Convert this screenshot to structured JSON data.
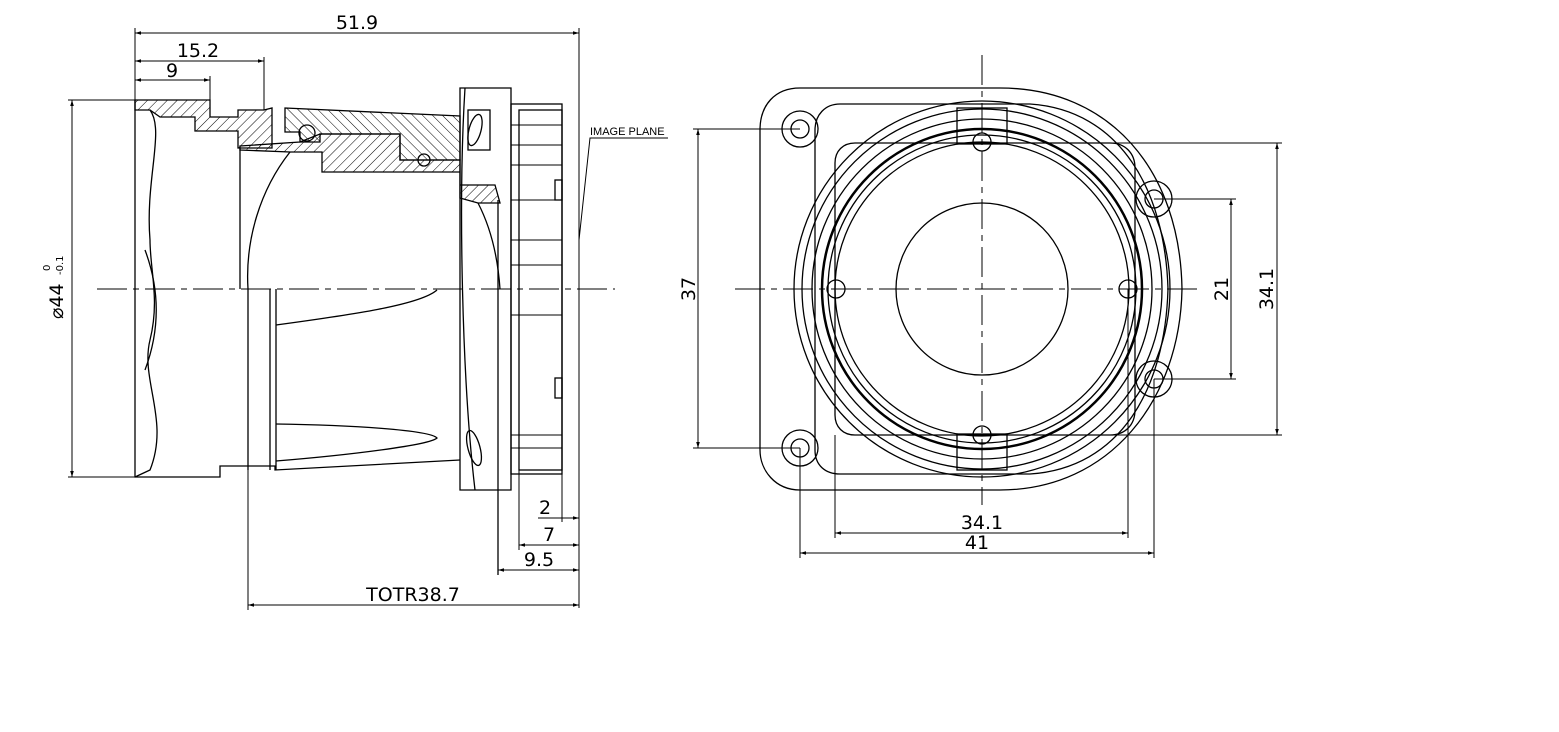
{
  "side_view": {
    "overall_length": "51.9",
    "dim_15_2": "15.2",
    "dim_9": "9",
    "diameter": "⌀44",
    "diameter_tol_upper": "0",
    "diameter_tol_lower": "-0.1",
    "image_plane_label": "IMAGE PLANE",
    "dim_2": "2",
    "dim_7": "7",
    "dim_9_5": "9.5",
    "totr": "TOTR38.7"
  },
  "front_view": {
    "height_37": "37",
    "width_34_1": "34.1",
    "width_41": "41",
    "height_21": "21",
    "height_34_1": "34.1"
  }
}
